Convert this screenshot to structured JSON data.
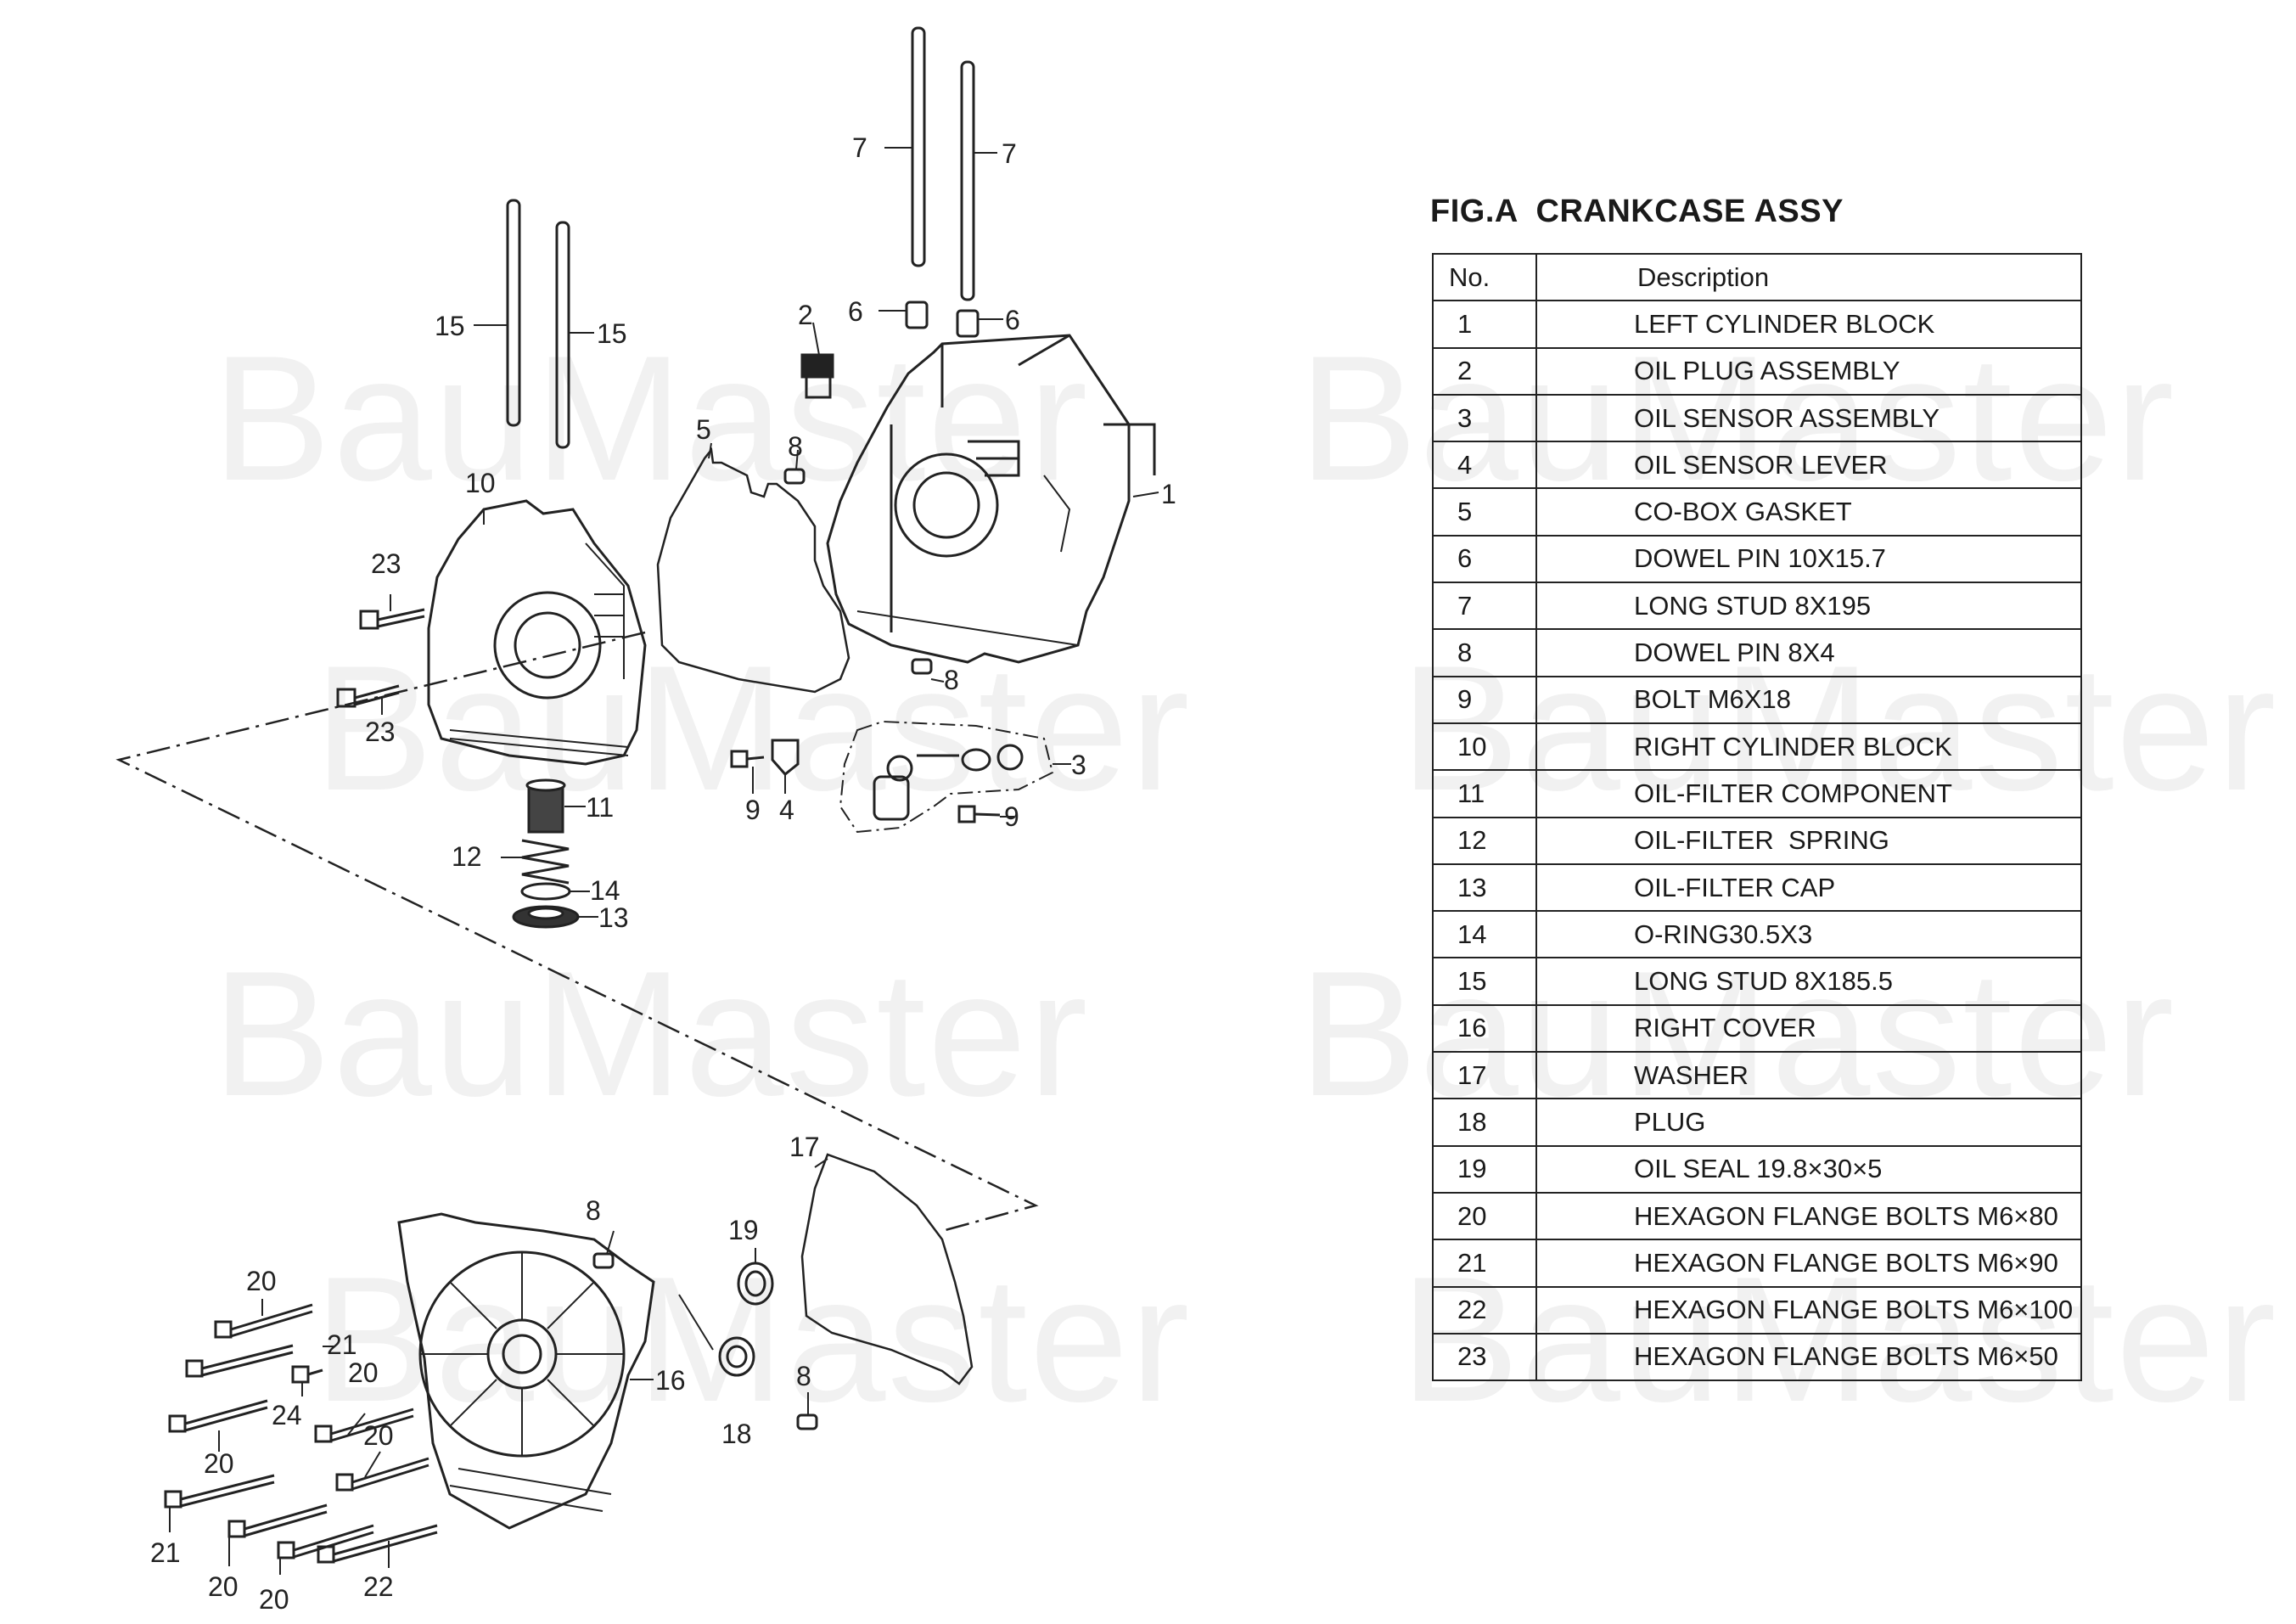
{
  "watermark": "BauMaster",
  "figure_title": "FIG.A  CRANKCASE ASSY",
  "table": {
    "headers": {
      "no": "No.",
      "description": "Description"
    },
    "rows": [
      {
        "no": "1",
        "description": "LEFT CYLINDER BLOCK"
      },
      {
        "no": "2",
        "description": "OIL PLUG ASSEMBLY"
      },
      {
        "no": "3",
        "description": "OIL SENSOR ASSEMBLY"
      },
      {
        "no": "4",
        "description": "OIL SENSOR LEVER"
      },
      {
        "no": "5",
        "description": "CO-BOX GASKET"
      },
      {
        "no": "6",
        "description": "DOWEL PIN 10X15.7"
      },
      {
        "no": "7",
        "description": "LONG STUD 8X195"
      },
      {
        "no": "8",
        "description": "DOWEL PIN 8X4"
      },
      {
        "no": "9",
        "description": "BOLT M6X18"
      },
      {
        "no": "10",
        "description": "RIGHT CYLINDER BLOCK"
      },
      {
        "no": "11",
        "description": "OIL-FILTER COMPONENT"
      },
      {
        "no": "12",
        "description": "OIL-FILTER  SPRING"
      },
      {
        "no": "13",
        "description": "OIL-FILTER CAP"
      },
      {
        "no": "14",
        "description": "O-RING30.5X3"
      },
      {
        "no": "15",
        "description": "LONG STUD 8X185.5"
      },
      {
        "no": "16",
        "description": "RIGHT COVER"
      },
      {
        "no": "17",
        "description": "WASHER"
      },
      {
        "no": "18",
        "description": "PLUG"
      },
      {
        "no": "19",
        "description": "OIL SEAL 19.8×30×5"
      },
      {
        "no": "20",
        "description": "HEXAGON FLANGE BOLTS M6×80"
      },
      {
        "no": "21",
        "description": "HEXAGON FLANGE BOLTS M6×90"
      },
      {
        "no": "22",
        "description": "HEXAGON FLANGE BOLTS M6×100"
      },
      {
        "no": "23",
        "description": "HEXAGON FLANGE BOLTS M6×50"
      }
    ]
  },
  "callouts": [
    "7",
    "7",
    "6",
    "6",
    "2",
    "15",
    "15",
    "5",
    "8",
    "1",
    "10",
    "23",
    "23",
    "8",
    "3",
    "9",
    "4",
    "9",
    "11",
    "12",
    "14",
    "13",
    "17",
    "8",
    "19",
    "20",
    "21",
    "24",
    "20",
    "20",
    "16",
    "18",
    "8",
    "20",
    "21",
    "20",
    "20",
    "22"
  ]
}
